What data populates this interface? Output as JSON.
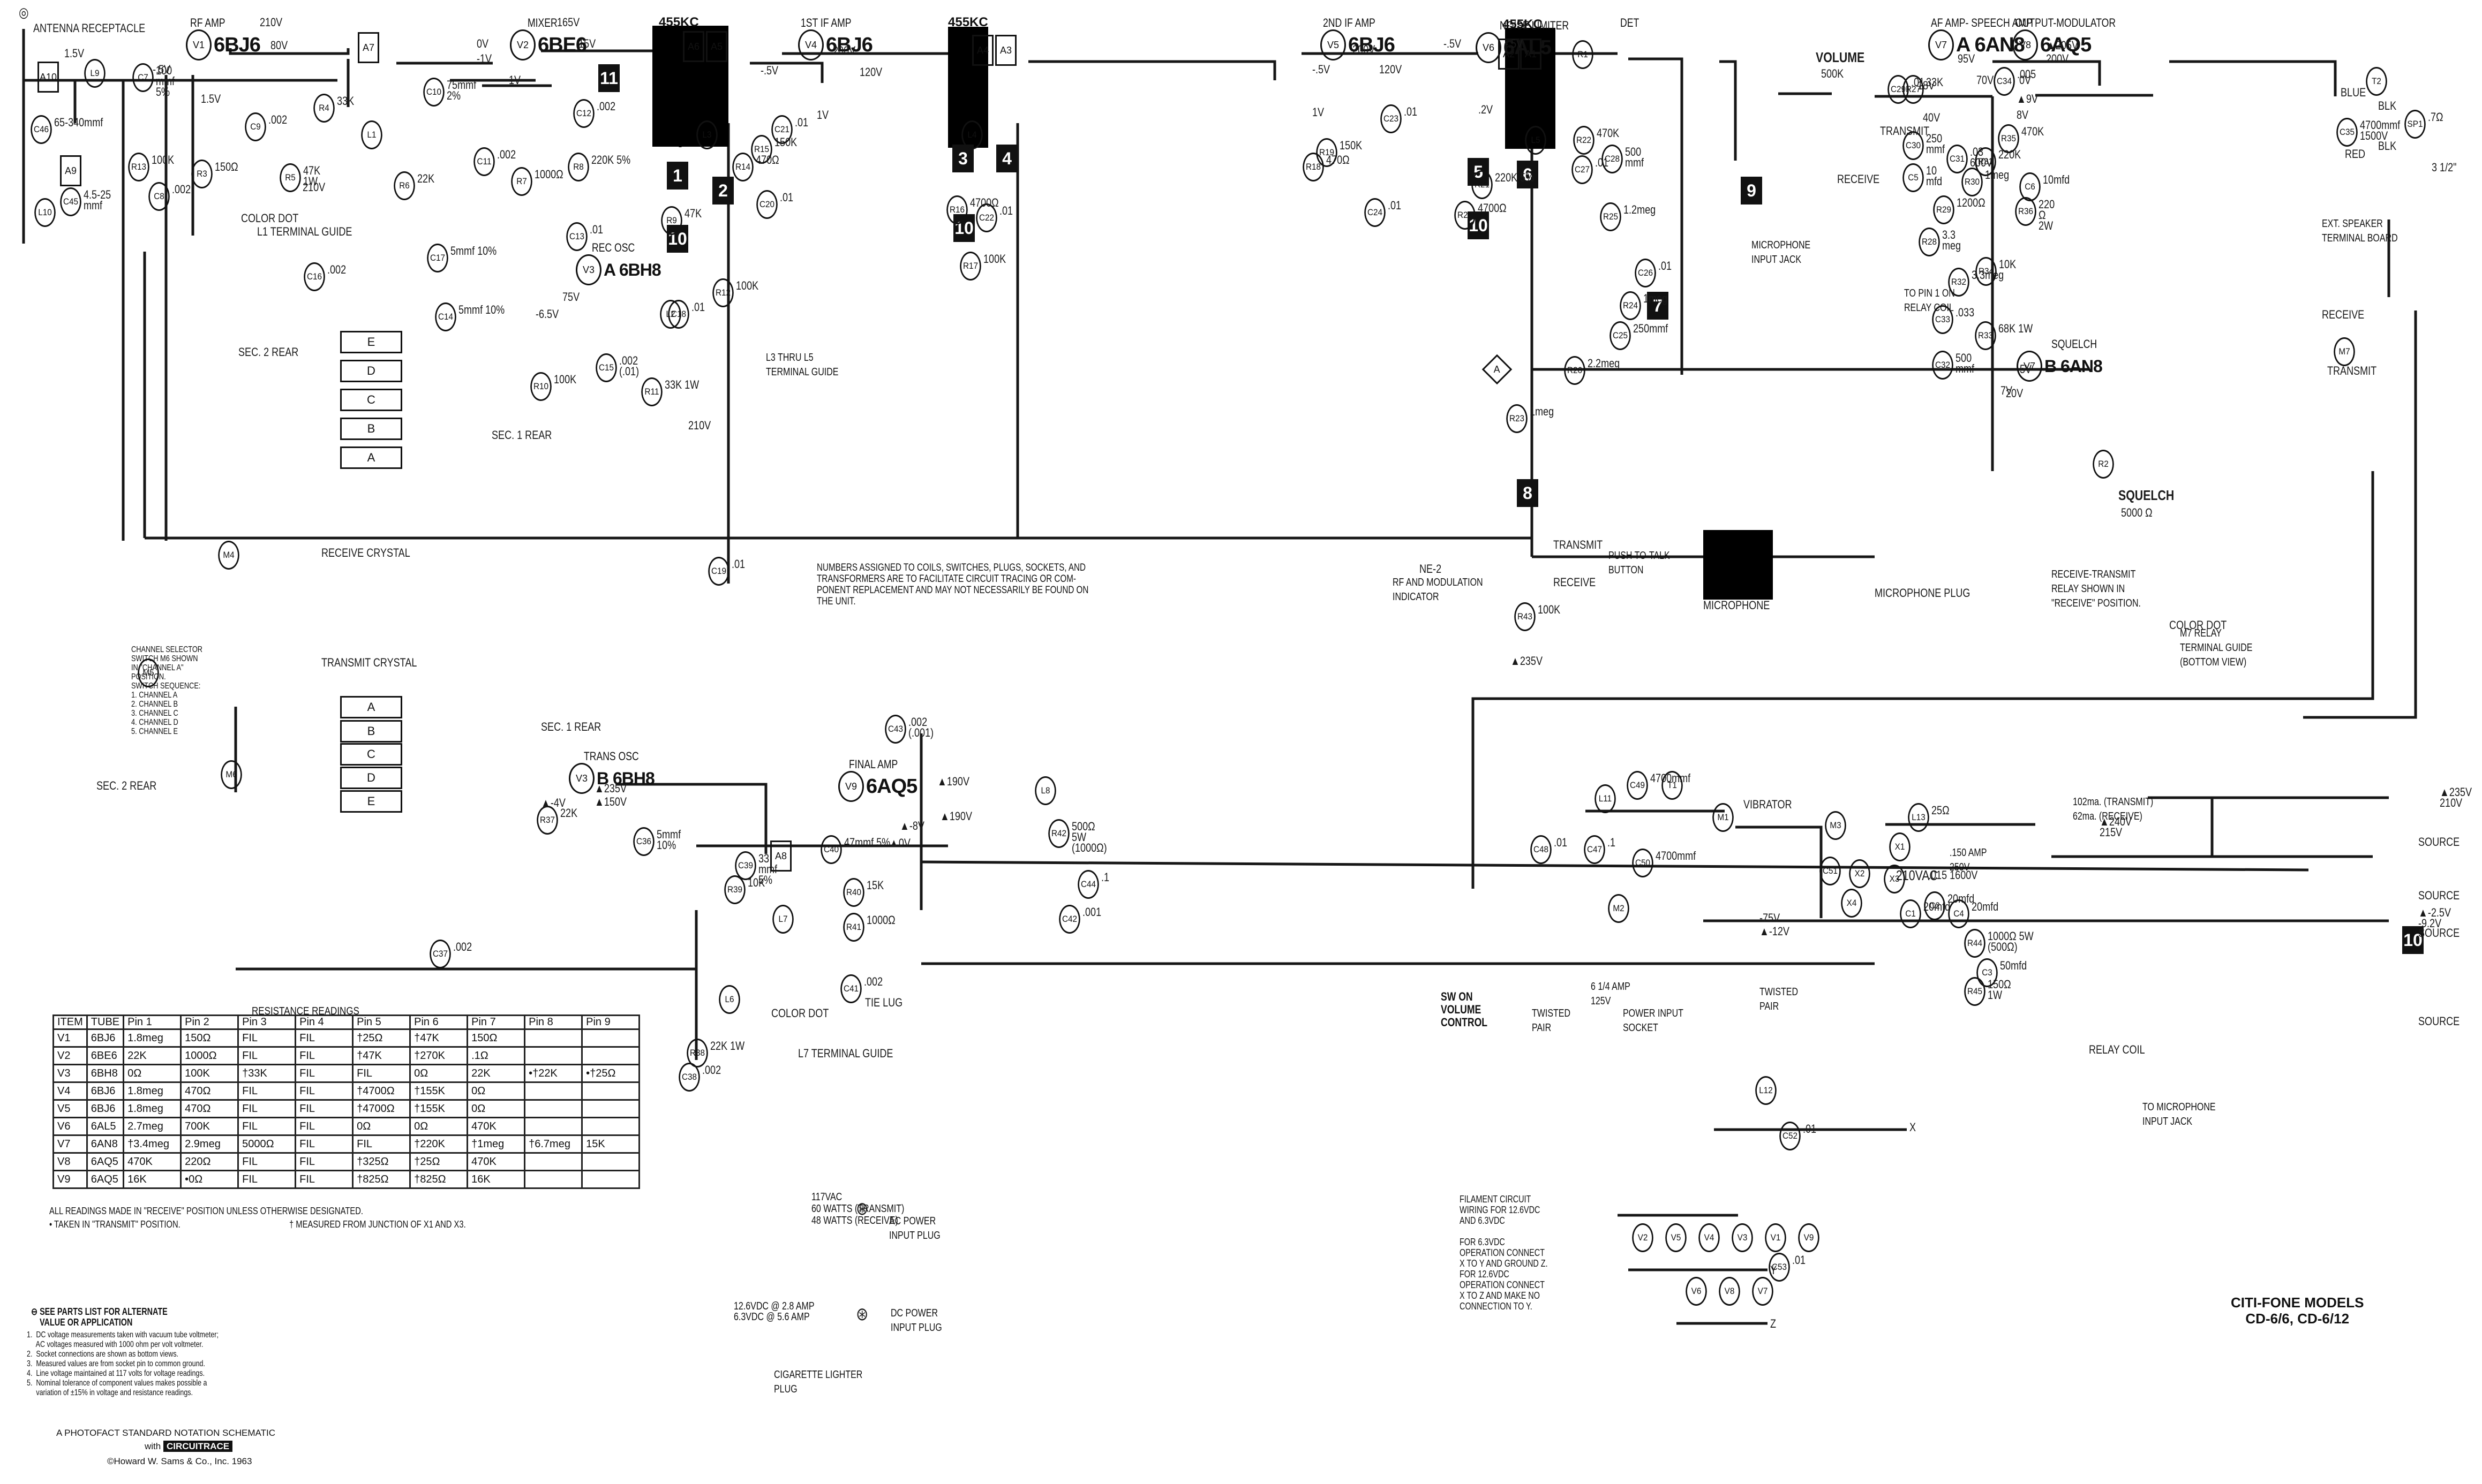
{
  "title": "CITI-FONE MODELS",
  "subtitle": "CD-6/6, CD-6/12",
  "stages": [
    {
      "role": "RF AMP",
      "ref": "V1",
      "tube": "6BJ6"
    },
    {
      "role": "MIXER",
      "ref": "V2",
      "tube": "6BE6"
    },
    {
      "role": "1ST IF AMP",
      "ref": "V4",
      "tube": "6BJ6"
    },
    {
      "role": "2ND IF AMP",
      "ref": "V5",
      "tube": "6BJ6"
    },
    {
      "role": "NOISE LIMITER",
      "ref": "V6",
      "tube": "6AL5"
    },
    {
      "role": "AF AMP- SPEECH AMP",
      "ref": "V7",
      "tube": "A 6AN8"
    },
    {
      "role": "OUTPUT-MODULATOR",
      "ref": "V8",
      "tube": "6AQ5"
    },
    {
      "role": "REC OSC",
      "ref": "V3",
      "tube": "A 6BH8"
    },
    {
      "role": "TRANS OSC",
      "ref": "V3",
      "tube": "B 6BH8"
    },
    {
      "role": "FINAL AMP",
      "ref": "V9",
      "tube": "6AQ5"
    },
    {
      "role": "SQUELCH",
      "ref": "V7",
      "tube": "B 6AN8"
    }
  ],
  "det_label": "DET",
  "if_freq": "455KC",
  "alignment_boxes": [
    "A10",
    "A9",
    "A7",
    "A6",
    "A5",
    "A4",
    "A3",
    "A2",
    "A1",
    "A8"
  ],
  "circuitrace_badges": [
    "11",
    "1",
    "2",
    "10",
    "3",
    "4",
    "10",
    "5",
    "6",
    "10",
    "9",
    "7",
    "8",
    "10"
  ],
  "labels": {
    "antenna": "ANTENNA RECEPTACLE",
    "l1_guide": "L1 TERMINAL GUIDE",
    "color_dot": "COLOR DOT",
    "l3_l5_guide": "L3 THRU L5\nTERMINAL GUIDE",
    "receive_crystal": "RECEIVE CRYSTAL",
    "transmit_crystal": "TRANSMIT CRYSTAL",
    "sec1_rear": "SEC. 1 REAR",
    "sec2_rear": "SEC. 2 REAR",
    "volume": "VOLUME",
    "volume_value": "500K",
    "squelch": "SQUELCH",
    "squelch_value": "5000 Ω",
    "transmit": "TRANSMIT",
    "receive": "RECEIVE",
    "mic_input_jack": "MICROPHONE\nINPUT JACK",
    "to_pin1": "TO PIN 1 ON\nRELAY COIL",
    "push_to_talk": "PUSH TO-TALK\nBUTTON",
    "microphone": "MICROPHONE",
    "microphone_plug": "MICROPHONE PLUG",
    "ne2": "NE-2",
    "rf_mod_ind": "RF AND MODULATION\nINDICATOR",
    "relay_note": "RECEIVE-TRANSMIT\nRELAY SHOWN IN\n\"RECEIVE\" POSITION.",
    "m7_guide": "M7 RELAY\nTERMINAL GUIDE\n(BOTTOM VIEW)",
    "ext_speaker": "EXT. SPEAKER\nTERMINAL BOARD",
    "speaker_size": "3 1/2\"",
    "blue": "BLUE",
    "blk": "BLK",
    "red": "RED",
    "vibrator": "VIBRATOR",
    "sw_on_volume": "SW ON\nVOLUME\nCONTROL",
    "twisted_pair": "TWISTED\nPAIR",
    "power_input_socket": "POWER INPUT\nSOCKET",
    "fuse_m2": "6 1/4 AMP\n125V",
    "fuse_m3": ".150 AMP\n250V",
    "vac": "210VAC",
    "c51_val": ".015 1600V",
    "current": "102ma. (TRANSMIT)\n62ma. (RECEIVE)",
    "relay_coil": "RELAY COIL",
    "to_mic_jack": "TO MICROPHONE\nINPUT JACK",
    "source": "SOURCE",
    "tie_lug": "TIE LUG",
    "l7_guide": "L7 TERMINAL GUIDE",
    "diamond": "A"
  },
  "channel_selector": {
    "text": "CHANNEL SELECTOR\nSWITCH M6 SHOWN\nIN \"CHANNEL A\"\nPOSITION.\nSWITCH SEQUENCE:\n1. CHANNEL A\n2. CHANNEL B\n3. CHANNEL C\n4. CHANNEL D\n5. CHANNEL E",
    "channels": [
      "A",
      "B",
      "C",
      "D",
      "E"
    ]
  },
  "numbering_note": "NUMBERS ASSIGNED TO COILS, SWITCHES, PLUGS, SOCKETS, AND\nTRANSFORMERS ARE TO FACILITATE CIRCUIT TRACING OR COM-\nPONENT REPLACEMENT AND MAY NOT NECESSARILY BE FOUND ON\nTHE UNIT.",
  "ac_plug": {
    "text": "117VAC\n60 WATTS (TRANSMIT)\n48 WATTS (RECEIVE)",
    "label": "AC POWER\nINPUT PLUG"
  },
  "dc_plug": {
    "text": "12.6VDC @ 2.8 AMP\n6.3VDC @ 5.6 AMP",
    "label": "DC POWER\nINPUT PLUG",
    "lighter": "CIGARETTE LIGHTER\nPLUG"
  },
  "filament_note": "FILAMENT CIRCUIT\nWIRING FOR 12.6VDC\nAND 6.3VDC\n\nFOR 6.3VDC\nOPERATION CONNECT\nX TO Y AND GROUND Z.\nFOR 12.6VDC\nOPERATION CONNECT\nX TO Z AND MAKE NO\nCONNECTION TO Y.",
  "filament_tubes_top": [
    "V2",
    "V5",
    "V4",
    "V3",
    "V1",
    "V9"
  ],
  "filament_tubes_bottom": [
    "V6",
    "V8",
    "V7"
  ],
  "filament_terminals": [
    "X",
    "Y",
    "Z"
  ],
  "resistance_readings": {
    "title": "RESISTANCE READINGS",
    "columns": [
      "ITEM",
      "TUBE",
      "Pin 1",
      "Pin 2",
      "Pin 3",
      "Pin 4",
      "Pin 5",
      "Pin 6",
      "Pin 7",
      "Pin 8",
      "Pin 9"
    ],
    "rows": [
      [
        "V1",
        "6BJ6",
        "1.8meg",
        "150Ω",
        "FIL",
        "FIL",
        "†25Ω",
        "†47K",
        "150Ω",
        "",
        ""
      ],
      [
        "V2",
        "6BE6",
        "22K",
        "1000Ω",
        "FIL",
        "FIL",
        "†47K",
        "†270K",
        ".1Ω",
        "",
        ""
      ],
      [
        "V3",
        "6BH8",
        "0Ω",
        "100K",
        "†33K",
        "FIL",
        "FIL",
        "0Ω",
        "22K",
        "•†22K",
        "•†25Ω"
      ],
      [
        "V4",
        "6BJ6",
        "1.8meg",
        "470Ω",
        "FIL",
        "FIL",
        "†4700Ω",
        "†155K",
        "0Ω",
        "",
        ""
      ],
      [
        "V5",
        "6BJ6",
        "1.8meg",
        "470Ω",
        "FIL",
        "FIL",
        "†4700Ω",
        "†155K",
        "0Ω",
        "",
        ""
      ],
      [
        "V6",
        "6AL5",
        "2.7meg",
        "700K",
        "FIL",
        "FIL",
        "0Ω",
        "0Ω",
        "470K",
        "",
        ""
      ],
      [
        "V7",
        "6AN8",
        "†3.4meg",
        "2.9meg",
        "5000Ω",
        "FIL",
        "FIL",
        "†220K",
        "†1meg",
        "†6.7meg",
        "15K"
      ],
      [
        "V8",
        "6AQ5",
        "470K",
        "220Ω",
        "FIL",
        "FIL",
        "†325Ω",
        "†25Ω",
        "470K",
        "",
        ""
      ],
      [
        "V9",
        "6AQ5",
        "16K",
        "•0Ω",
        "FIL",
        "FIL",
        "†825Ω",
        "†825Ω",
        "16K",
        "",
        ""
      ]
    ],
    "note1": "ALL READINGS MADE IN \"RECEIVE\" POSITION UNLESS OTHERWISE DESIGNATED.",
    "note2": "•  TAKEN IN \"TRANSMIT\" POSITION.",
    "note3": "†   MEASURED FROM JUNCTION OF X1 AND X3."
  },
  "footnotes": {
    "parts_note": "⊖ SEE PARTS LIST FOR ALTERNATE\n    VALUE OR APPLICATION",
    "items": [
      "1.  DC voltage measurements taken with vacuum tube voltmeter;\n     AC voltages measured with 1000 ohm per volt voltmeter.",
      "2.  Socket connections are shown as bottom views.",
      "3.  Measured values are from socket pin to common ground.",
      "4.  Line voltage maintained at 117 volts for voltage readings.",
      "5.  Nominal tolerance of component values makes possible a\n     variation of ±15% in voltage and resistance readings."
    ],
    "photofact": "A PHOTOFACT STANDARD NOTATION SCHEMATIC",
    "with": "with",
    "circuitrace": "CIRCUITRACE",
    "copyright": "©Howard W. Sams & Co., Inc. 1963"
  },
  "components": [
    {
      "ref": "L9"
    },
    {
      "ref": "C7",
      "value": "100\nmmf\n5%"
    },
    {
      "ref": "C46",
      "value": "65-340mmf"
    },
    {
      "ref": "C45",
      "value": "4.5-25\nmmf"
    },
    {
      "ref": "L10"
    },
    {
      "ref": "R13",
      "value": "100K"
    },
    {
      "ref": "R3",
      "value": "150Ω"
    },
    {
      "ref": "C8",
      "value": ".002"
    },
    {
      "ref": "C9",
      "value": ".002"
    },
    {
      "ref": "R5",
      "value": "47K\n1W"
    },
    {
      "ref": "R4",
      "value": "33K"
    },
    {
      "ref": "L1"
    },
    {
      "ref": "C10",
      "value": "75mmf\n2%"
    },
    {
      "ref": "R6",
      "value": "22K"
    },
    {
      "ref": "C11",
      "value": ".002"
    },
    {
      "ref": "R7",
      "value": "1000Ω"
    },
    {
      "ref": "C12",
      "value": ".002"
    },
    {
      "ref": "R8",
      "value": "220K 5%"
    },
    {
      "ref": "C13",
      "value": ".01"
    },
    {
      "ref": "R9",
      "value": "47K"
    },
    {
      "ref": "L3"
    },
    {
      "ref": "C17",
      "value": "5mmf 10%"
    },
    {
      "ref": "C16",
      "value": ".002"
    },
    {
      "ref": "C14",
      "value": "5mmf 10%"
    },
    {
      "ref": "R10",
      "value": "100K"
    },
    {
      "ref": "L2"
    },
    {
      "ref": "C15",
      "value": ".002\n(.01)"
    },
    {
      "ref": "R11",
      "value": "33K 1W"
    },
    {
      "ref": "R12",
      "value": "100K"
    },
    {
      "ref": "C18",
      "value": ".01"
    },
    {
      "ref": "C19",
      "value": ".01"
    },
    {
      "ref": "R14",
      "value": "470Ω"
    },
    {
      "ref": "R15",
      "value": "150K"
    },
    {
      "ref": "C21",
      "value": ".01"
    },
    {
      "ref": "C20",
      "value": ".01"
    },
    {
      "ref": "L4"
    },
    {
      "ref": "R16",
      "value": "4700Ω"
    },
    {
      "ref": "C22",
      "value": ".01"
    },
    {
      "ref": "R17",
      "value": "100K"
    },
    {
      "ref": "R18",
      "value": "470Ω"
    },
    {
      "ref": "R19",
      "value": "150K"
    },
    {
      "ref": "C23",
      "value": ".01"
    },
    {
      "ref": "C24",
      "value": ".01"
    },
    {
      "ref": "L5"
    },
    {
      "ref": "R20",
      "value": "4700Ω"
    },
    {
      "ref": "R21",
      "value": "220K 5%"
    },
    {
      "ref": "R22",
      "value": "470K"
    },
    {
      "ref": "C27",
      "value": ".01"
    },
    {
      "ref": "C28",
      "value": "500\nmmf"
    },
    {
      "ref": "R1"
    },
    {
      "ref": "C29",
      "value": ".01"
    },
    {
      "ref": "R25",
      "value": "1.2meg"
    },
    {
      "ref": "C26",
      "value": ".01"
    },
    {
      "ref": "R24",
      "value": "1meg"
    },
    {
      "ref": "C25",
      "value": "250mmf"
    },
    {
      "ref": "R23",
      "value": "1meg"
    },
    {
      "ref": "R26",
      "value": "2.2meg"
    },
    {
      "ref": "R27",
      "value": "33K"
    },
    {
      "ref": "C30",
      "value": "250\nmmf"
    },
    {
      "ref": "C5",
      "value": "10\nmfd"
    },
    {
      "ref": "C31",
      "value": ".03\n600V"
    },
    {
      "ref": "R30",
      "value": "1meg"
    },
    {
      "ref": "R29",
      "value": "1200Ω"
    },
    {
      "ref": "R28",
      "value": "3.3\nmeg"
    },
    {
      "ref": "R31",
      "value": "220K"
    },
    {
      "ref": "R32",
      "value": "3.3meg"
    },
    {
      "ref": "R34",
      "value": "10K"
    },
    {
      "ref": "R33",
      "value": "68K 1W"
    },
    {
      "ref": "C33",
      "value": ".033"
    },
    {
      "ref": "C32",
      "value": "500\nmmf"
    },
    {
      "ref": "R2"
    },
    {
      "ref": "C34",
      "value": ".005"
    },
    {
      "ref": "R35",
      "value": "470K"
    },
    {
      "ref": "C6",
      "value": "10mfd"
    },
    {
      "ref": "R36",
      "value": "220\nΩ\n2W"
    },
    {
      "ref": "C35",
      "value": "4700mmf\n1500V"
    },
    {
      "ref": "T2"
    },
    {
      "ref": "SP1",
      "value": ".7Ω"
    },
    {
      "ref": "M7"
    },
    {
      "ref": "R43",
      "value": "100K"
    },
    {
      "ref": "M4"
    },
    {
      "ref": "M5"
    },
    {
      "ref": "M6"
    },
    {
      "ref": "R37",
      "value": "22K"
    },
    {
      "ref": "C36",
      "value": "5mmf\n10%"
    },
    {
      "ref": "C37",
      "value": ".002"
    },
    {
      "ref": "C38",
      "value": ".002"
    },
    {
      "ref": "R38",
      "value": "22K 1W"
    },
    {
      "ref": "L6"
    },
    {
      "ref": "R39",
      "value": "10K"
    },
    {
      "ref": "C39",
      "value": "33\nmmf\n5%"
    },
    {
      "ref": "L7"
    },
    {
      "ref": "C40",
      "value": "47mmf 5%"
    },
    {
      "ref": "R40",
      "value": "15K"
    },
    {
      "ref": "R41",
      "value": "1000Ω"
    },
    {
      "ref": "C41",
      "value": ".002"
    },
    {
      "ref": "C43",
      "value": ".002\n(.001)"
    },
    {
      "ref": "L8"
    },
    {
      "ref": "R42",
      "value": "500Ω\n5W\n(1000Ω)"
    },
    {
      "ref": "C42",
      "value": ".001"
    },
    {
      "ref": "C44",
      "value": ".1"
    },
    {
      "ref": "L11"
    },
    {
      "ref": "C48",
      "value": ".01"
    },
    {
      "ref": "C47",
      "value": ".1"
    },
    {
      "ref": "C49",
      "value": "4700mmf"
    },
    {
      "ref": "C50",
      "value": "4700mmf"
    },
    {
      "ref": "M1"
    },
    {
      "ref": "T1"
    },
    {
      "ref": "M2"
    },
    {
      "ref": "M3"
    },
    {
      "ref": "C51"
    },
    {
      "ref": "X1"
    },
    {
      "ref": "X2"
    },
    {
      "ref": "X3"
    },
    {
      "ref": "X4"
    },
    {
      "ref": "L13",
      "value": "25Ω"
    },
    {
      "ref": "C1",
      "value": "20mfd"
    },
    {
      "ref": "C2",
      "value": "20mfd"
    },
    {
      "ref": "C4",
      "value": "20mfd"
    },
    {
      "ref": "R44",
      "value": "1000Ω 5W\n(500Ω)"
    },
    {
      "ref": "R45",
      "value": "150Ω\n1W"
    },
    {
      "ref": "C3",
      "value": "50mfd"
    },
    {
      "ref": "L12"
    },
    {
      "ref": "C52",
      "value": ".01"
    },
    {
      "ref": "C53",
      "value": ".01"
    }
  ],
  "voltages": {
    "v1": [
      "210V",
      "80V",
      "1.5V",
      "-.5V",
      "1.5V"
    ],
    "v2": [
      "165V",
      "15V",
      "0V",
      "-1V",
      "1V"
    ],
    "v4": [
      "200V",
      "120V",
      "-.5V",
      "1V"
    ],
    "v5": [
      "200V",
      "120V",
      "-.5V",
      "1V"
    ],
    "v6": [
      "-.5V",
      ".2V"
    ],
    "det": [
      "-.5V"
    ],
    "v7a": [
      "95V",
      "70V",
      "18V",
      "40V"
    ],
    "v7b": [
      "-.5V",
      "7V",
      "20V"
    ],
    "v8": [
      "▲205V",
      "200V",
      "0V",
      "▲9V",
      "8V"
    ],
    "v3a": [
      "75V",
      "-6.5V"
    ],
    "v3b": [
      "▲235V",
      "▲150V",
      "▲-4V"
    ],
    "v9": [
      "▲190V",
      "▲190V",
      "▲-8V",
      "▲0V"
    ],
    "supply": [
      "210V",
      "▲235V",
      "210V",
      "▲235V\n210V",
      "▲240V\n215V",
      "-75V",
      "▲-12V",
      "▲-2.5V\n-9.2V"
    ]
  }
}
